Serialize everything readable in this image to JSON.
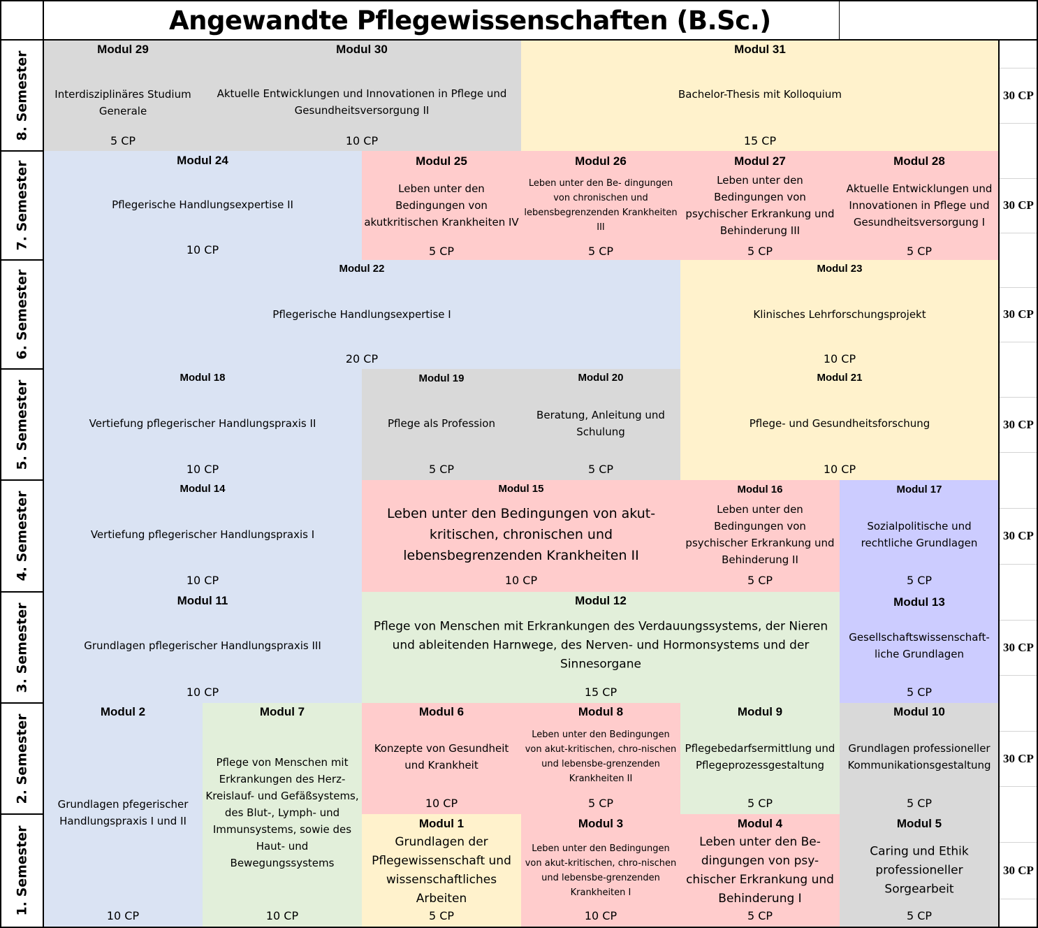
{
  "title": "Angewandte Pflegewissenschaften  (B.Sc.)",
  "semesters": [
    "8. Semester",
    "7. Semester",
    "6. Semester",
    "5. Semester",
    "4. Semester",
    "3. Semester",
    "2. Semester",
    "1. Semester"
  ],
  "semester_totals": [
    "30 CP",
    "30 CP",
    "30 CP",
    "30 CP",
    "30 CP",
    "30 CP",
    "30 CP",
    "30 CP"
  ],
  "colors": {
    "gray": "#d9d9d9",
    "yellow": "#fff2cc",
    "blue": "#dae3f3",
    "red": "#ffcccc",
    "green": "#e2efda",
    "violet": "#ccccff"
  },
  "modules": [
    {
      "label": "Modul 29",
      "desc": "Interdisziplinäres Studium Generale",
      "cp": "5 CP",
      "color": "gray"
    },
    {
      "label": "Modul 30",
      "desc": "Aktuelle Entwicklungen und Innovationen in Pflege und Gesundheitsversorgung II",
      "cp": "10 CP",
      "color": "gray"
    },
    {
      "label": "Modul 31",
      "desc": "Bachelor-Thesis mit Kolloquium",
      "cp": "15 CP",
      "color": "yellow"
    },
    {
      "label": "Modul 24",
      "desc": "Pflegerische Handlungsexpertise II",
      "cp": "10 CP",
      "color": "blue"
    },
    {
      "label": "Modul 25",
      "desc": "Leben unter den Bedingungen von akutkritischen Krankheiten IV",
      "cp": "5 CP",
      "color": "red"
    },
    {
      "label": "Modul 26",
      "desc": "Leben unter den Be- dingungen von chronischen und lebensbegrenzenden Krankheiten III",
      "cp": "5 CP",
      "color": "red"
    },
    {
      "label": "Modul 27",
      "desc": "Leben unter den Bedingungen von psychischer Erkrankung und Behinderung III",
      "cp": "5 CP",
      "color": "red"
    },
    {
      "label": "Modul 28",
      "desc": "Aktuelle Entwicklungen und Innovationen in Pflege und Gesundheitsversorgung I",
      "cp": "5 CP",
      "color": "red"
    },
    {
      "label": "Modul 22",
      "desc": "Pflegerische Handlungsexpertise I",
      "cp": "20 CP",
      "color": "blue"
    },
    {
      "label": "Modul 23",
      "desc": "Klinisches Lehrforschungsprojekt",
      "cp": "10 CP",
      "color": "yellow"
    },
    {
      "label": "Modul 18",
      "desc": "Vertiefung pflegerischer Handlungspraxis II",
      "cp": "10 CP",
      "color": "blue"
    },
    {
      "label": "Modul 19",
      "desc": "Pflege als Profession",
      "cp": "5 CP",
      "color": "gray"
    },
    {
      "label": "Modul 20",
      "desc": "Beratung, Anleitung und Schulung",
      "cp": "5 CP",
      "color": "gray"
    },
    {
      "label": "Modul 21",
      "desc": "Pflege- und Gesundheitsforschung",
      "cp": "10 CP",
      "color": "yellow"
    },
    {
      "label": "Modul 14",
      "desc": "Vertiefung pflegerischer Handlungspraxis I",
      "cp": "10 CP",
      "color": "blue"
    },
    {
      "label": "Modul 15",
      "desc": "Leben unter den Bedingungen von akut-kritischen, chronischen und lebensbegrenzenden Krankheiten II",
      "cp": "10 CP",
      "color": "red"
    },
    {
      "label": "Modul 16",
      "desc": "Leben unter den Bedingungen von psychischer Erkrankung und Behinderung II",
      "cp": "5 CP",
      "color": "red"
    },
    {
      "label": "Modul 17",
      "desc": "Sozialpolitische und rechtliche Grundlagen",
      "cp": "5 CP",
      "color": "violet"
    },
    {
      "label": "Modul 11",
      "desc": "Grundlagen pflegerischer Handlungspraxis III",
      "cp": "10 CP",
      "color": "blue"
    },
    {
      "label": "Modul 12",
      "desc": "Pflege von Menschen mit Erkrankungen des Verdauungssystems, der Nieren und ableitenden Harnwege, des Nerven- und Hormonsystems und der Sinnesorgane",
      "cp": "15 CP",
      "color": "green"
    },
    {
      "label": "Modul 13",
      "desc": "Gesellschaftswissenschaft-liche Grundlagen",
      "cp": "5 CP",
      "color": "violet"
    },
    {
      "label": "Modul 2",
      "desc": "Grundlagen pfegerischer Handlungspraxis I und II",
      "cp": "10 CP",
      "color": "blue"
    },
    {
      "label": "Modul 7",
      "desc": "Pflege von Menschen mit Erkrankungen des Herz-Kreislauf- und Gefäßsystems, des Blut-, Lymph- und Immunsystems, sowie des Haut- und Bewegungssystems",
      "cp": "10 CP",
      "color": "green"
    },
    {
      "label": "Modul 6",
      "desc": "Konzepte von Gesundheit und Krankheit",
      "cp": "10 CP",
      "color": "red"
    },
    {
      "label": "Modul 8",
      "desc": "Leben unter den Bedingungen von akut-kritischen, chro-nischen und lebensbe-grenzenden Krankheiten II",
      "cp": "5 CP",
      "color": "red"
    },
    {
      "label": "Modul 9",
      "desc": "Pflegebedarfsermittlung und Pflegeprozessgestaltung",
      "cp": "5 CP",
      "color": "green"
    },
    {
      "label": "Modul 10",
      "desc": "Grundlagen professioneller Kommunikationsgestaltung",
      "cp": "5 CP",
      "color": "gray"
    },
    {
      "label": "Modul 1",
      "desc": "Grundlagen der Pflegewissenschaft und wissenschaftliches Arbeiten",
      "cp": "5 CP",
      "color": "yellow"
    },
    {
      "label": "Modul 3",
      "desc": "Leben unter den Bedingungen von akut-kritischen, chro-nischen und lebensbe-grenzenden Krankheiten I",
      "cp": "10 CP",
      "color": "red"
    },
    {
      "label": "Modul 4",
      "desc": "Leben unter den Be-dingungen von psy-chischer Erkrankung und Behinderung I",
      "cp": "5 CP",
      "color": "red"
    },
    {
      "label": "Modul 5",
      "desc": "Caring und Ethik professioneller Sorgearbeit",
      "cp": "5 CP",
      "color": "gray"
    }
  ]
}
